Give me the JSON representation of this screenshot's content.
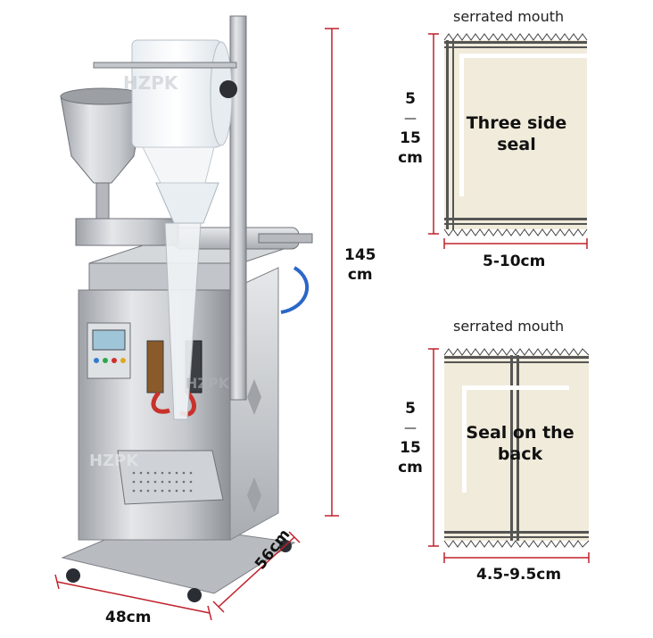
{
  "machine": {
    "height_label": "145",
    "height_unit": "cm",
    "width_label": "48cm",
    "depth_label": "56cm",
    "watermark": "HZPK"
  },
  "pouch_top": {
    "caption": "serrated mouth",
    "title_line1": "Three side",
    "title_line2": "seal",
    "height_min": "5",
    "height_dash": "—",
    "height_max": "15",
    "height_unit": "cm",
    "width_label": "5-10cm"
  },
  "pouch_bottom": {
    "caption": "serrated mouth",
    "title_line1": "Seal on the",
    "title_line2": "back",
    "height_min": "5",
    "height_dash": "—",
    "height_max": "15",
    "height_unit": "cm",
    "width_label": "4.5-9.5cm"
  },
  "colors": {
    "dimension_line": "#c0202a",
    "pouch_fill": "#f1ebdc",
    "seal_stripe": "#555555",
    "steel": "#c9ccd0"
  }
}
